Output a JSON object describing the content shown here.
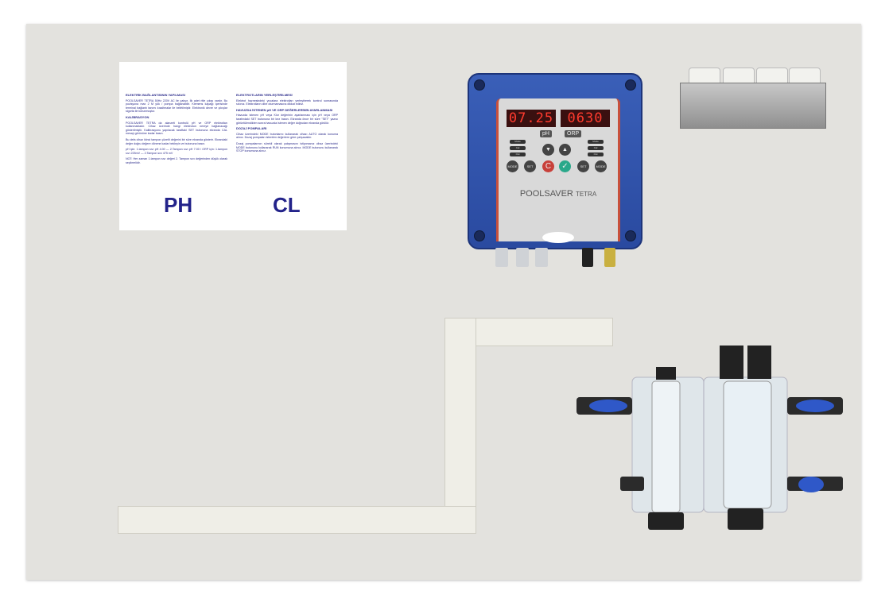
{
  "label": {
    "left": {
      "h1": "ELEKTRİK BAĞLANTISININ YAPILMASI",
      "p1": "POOLSAVER TETRA 50Hz 220V AC ile çalışır. İlk adet ritle çıkışı vardır. Bu pozisyona max 2 M yük / pompa bağlanabilir. Klemens kapağı içerisinde terminal bağlantı tanımı kısaltmalar ile belirtilmiştir. Elektronik devre ve çıkışlar sigorta ile korunmuştur.",
      "h2": "KALİBRASYON",
      "p2": "POOLSAVER TETRA da alanzeti kontrolü pH ve ORP elektrotları kullanmaktadır. Cihaz üzerinde hangi elektrotun nereye bağlanacağı gösterilmiştir. Kalibrasyonu yapılacak taraftaki SET butonuna ekranda CAL mesajı görününe kadar basın.",
      "p3": "Bu defa cihaz ikinci tampon çözelti değerini bir süre ekranda gösterir. Ekrandaki değer doğru değere dönene kadar bekleyin ve butonuna basın.",
      "p4": "pH için: 1.tampon sıvı pH 4.00 — 2.Tampon sıvı pH 7.00 / ORP için: 1.tampon sıvı 225mV — 2.Tampon sıvı 475 mV",
      "p5": "NOT: Her zaman 1.tampon sıvı değeri 2. Tampon sıvı değerinden düşük olarak seçilmelidir."
    },
    "right": {
      "h1": "ELEKTROTLARIN YERLEŞTİRİLMESİ",
      "p1": "Elektrot haznesindeki yuvalara elektrotları yerleştirerek kontrol sonrasında sıkınız. Elektrotların dibe oturmamasına dikkat ediniz.",
      "h2": "HAVUZDA İSTENEN pH VE ORP DEĞERLERİNİN AYARLANMASI",
      "p2": "Havuzda istenen pH veya Klor değerinin ayarlanması için pH veya ORP tarafındaki SET butonuna bir kez basın. Ekranda önce bir süre \"SET\" yazısı görüntülendikten sonra havuzda istenen değer doğrudan ekranda görülür.",
      "h3": "DOZAJ POMPALARI",
      "p3": "Cihaz üzerindeki MODE butonlarını kullanarak cihazı AUTO olarak konuma alınız. Dozaj pompaları istenilen değerlere göre çalışacaktır.",
      "p4": "Dozaj pompalarının sürekli olarak çalışmasını istiyorsanız cihaz üzerindeki MODE butonunu kullanarak RUN konumuna alınız. MODE butonunu kullanarak STOP konumuna alınız."
    },
    "ph": "PH",
    "cl": "CL"
  },
  "controller": {
    "ph_display": "07.25",
    "orp_display": "0630",
    "ph_tag": "pH",
    "orp_tag": "ORP",
    "left_leds": [
      "Mode",
      "Cal",
      "Out"
    ],
    "right_leds": [
      "Mode",
      "Cal",
      "Out"
    ],
    "mode_label": "MODE",
    "set_label": "SET",
    "cancel_label": "C",
    "ok_label": "✓",
    "down_label": "▼",
    "up_label": "▲",
    "brand": "POOLSAVER",
    "model": "TETRA"
  },
  "colors": {
    "housing": "#2f52a8",
    "display": "#ff3b2e",
    "label_text": "#23238a"
  }
}
